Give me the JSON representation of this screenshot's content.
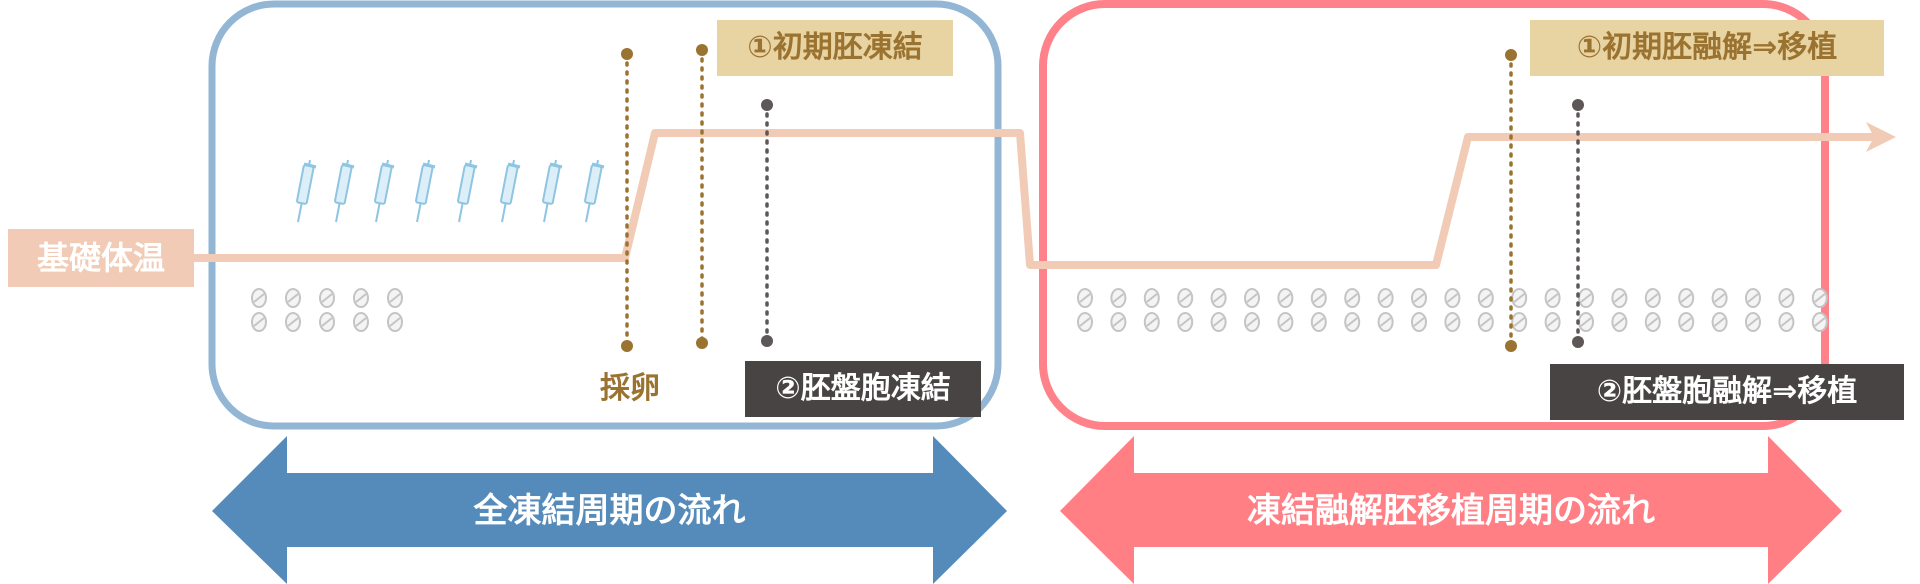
{
  "bbt_label": "基礎体温",
  "freeze_cycle": {
    "egg_retrieval_label": "採卵",
    "tag1": "①初期胚凍結",
    "tag2": "②胚盤胞凍結",
    "arrow_label": "全凍結周期の流れ"
  },
  "transfer_cycle": {
    "tag1": "①初期胚融解⇒移植",
    "tag2": "②胚盤胞融解⇒移植",
    "arrow_label": "凍結融解胚移植周期の流れ"
  },
  "colors": {
    "freeze_frame": "#93b6d5",
    "freeze_arrow": "#558bba",
    "transfer_frame": "#ff828a",
    "transfer_arrow": "#ff7f85",
    "temperature_line": "#f1cbb5",
    "gold_marker": "#9b7330",
    "dark_marker": "#5d5757",
    "syringe": "#8ec5e2",
    "pill": "#c9c9c9"
  },
  "icons": {
    "syringe": "syringe-icon",
    "pill": "pill-icon"
  }
}
